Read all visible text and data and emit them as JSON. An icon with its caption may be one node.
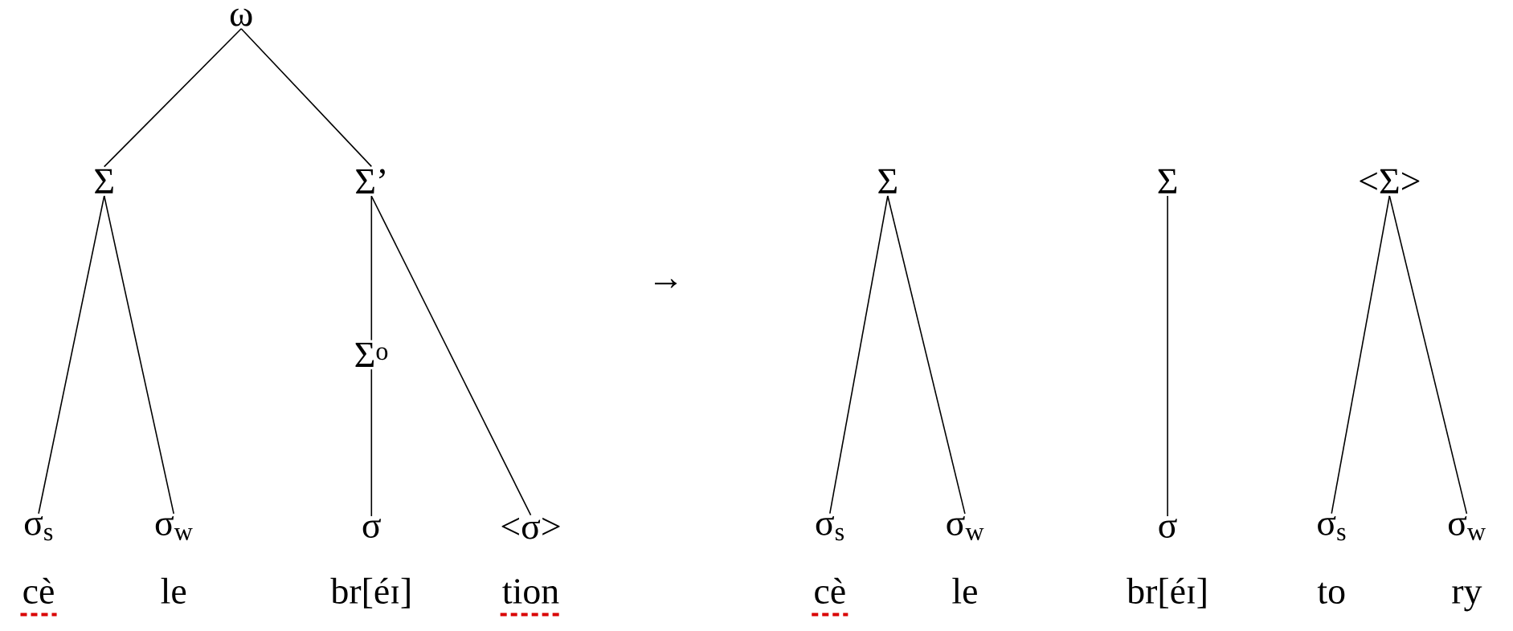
{
  "diagram": {
    "nodes": [
      {
        "text": [
          "ω"
        ]
      },
      {
        "text": [
          "Σ"
        ]
      },
      {
        "text": [
          "Σ’"
        ]
      },
      {
        "text": [
          "Σ$^{o}$"
        ]
      },
      {
        "text": [
          "σ$_{s}$"
        ],
        "beside": [
          "cè"
        ]
      },
      {
        "text": [
          "σ$_{w}$"
        ],
        "beside": [
          "le"
        ]
      },
      {
        "text": [
          "σ"
        ],
        "beside": [
          "br[éɪ]"
        ]
      },
      {
        "text": [
          "<σ>"
        ],
        "beside": [
          "tion"
        ]
      },
      {
        "text": [
          "Σ"
        ]
      },
      {
        "text": [
          "Σ"
        ]
      },
      {
        "text": [
          "<Σ>"
        ]
      },
      {
        "text": [
          "σ$_{s}$"
        ],
        "beside": [
          "cè"
        ]
      },
      {
        "text": [
          "σ$_{w}$"
        ],
        "beside": [
          "le"
        ]
      },
      {
        "text": [
          "σ"
        ],
        "beside": [
          "br[éɪ]"
        ]
      },
      {
        "text": [
          "σ$_{s}$"
        ],
        "beside": [
          "to"
        ]
      },
      {
        "text": [
          "σ$_{w}$"
        ],
        "beside": [
          "ry"
        ]
      }
    ],
    "edges": [
      {
        "from": 0,
        "to": 1,
        "arrow": "none"
      },
      {
        "from": 0,
        "to": 2,
        "arrow": "none"
      },
      {
        "from": 1,
        "to": 4,
        "arrow": "none"
      },
      {
        "from": 1,
        "to": 5,
        "arrow": "none"
      },
      {
        "from": 2,
        "to": 3,
        "arrow": "none"
      },
      {
        "from": 3,
        "to": 6,
        "arrow": "none"
      },
      {
        "from": 2,
        "to": 7,
        "arrow": "none"
      },
      {
        "from": 8,
        "to": 11,
        "arrow": "none"
      },
      {
        "from": 8,
        "to": 12,
        "arrow": "none"
      },
      {
        "from": 9,
        "to": 13,
        "arrow": "none"
      },
      {
        "from": 10,
        "to": 14,
        "arrow": "none"
      },
      {
        "from": 10,
        "to": 15,
        "arrow": "none"
      }
    ],
    "labels": [
      "→"
    ]
  }
}
